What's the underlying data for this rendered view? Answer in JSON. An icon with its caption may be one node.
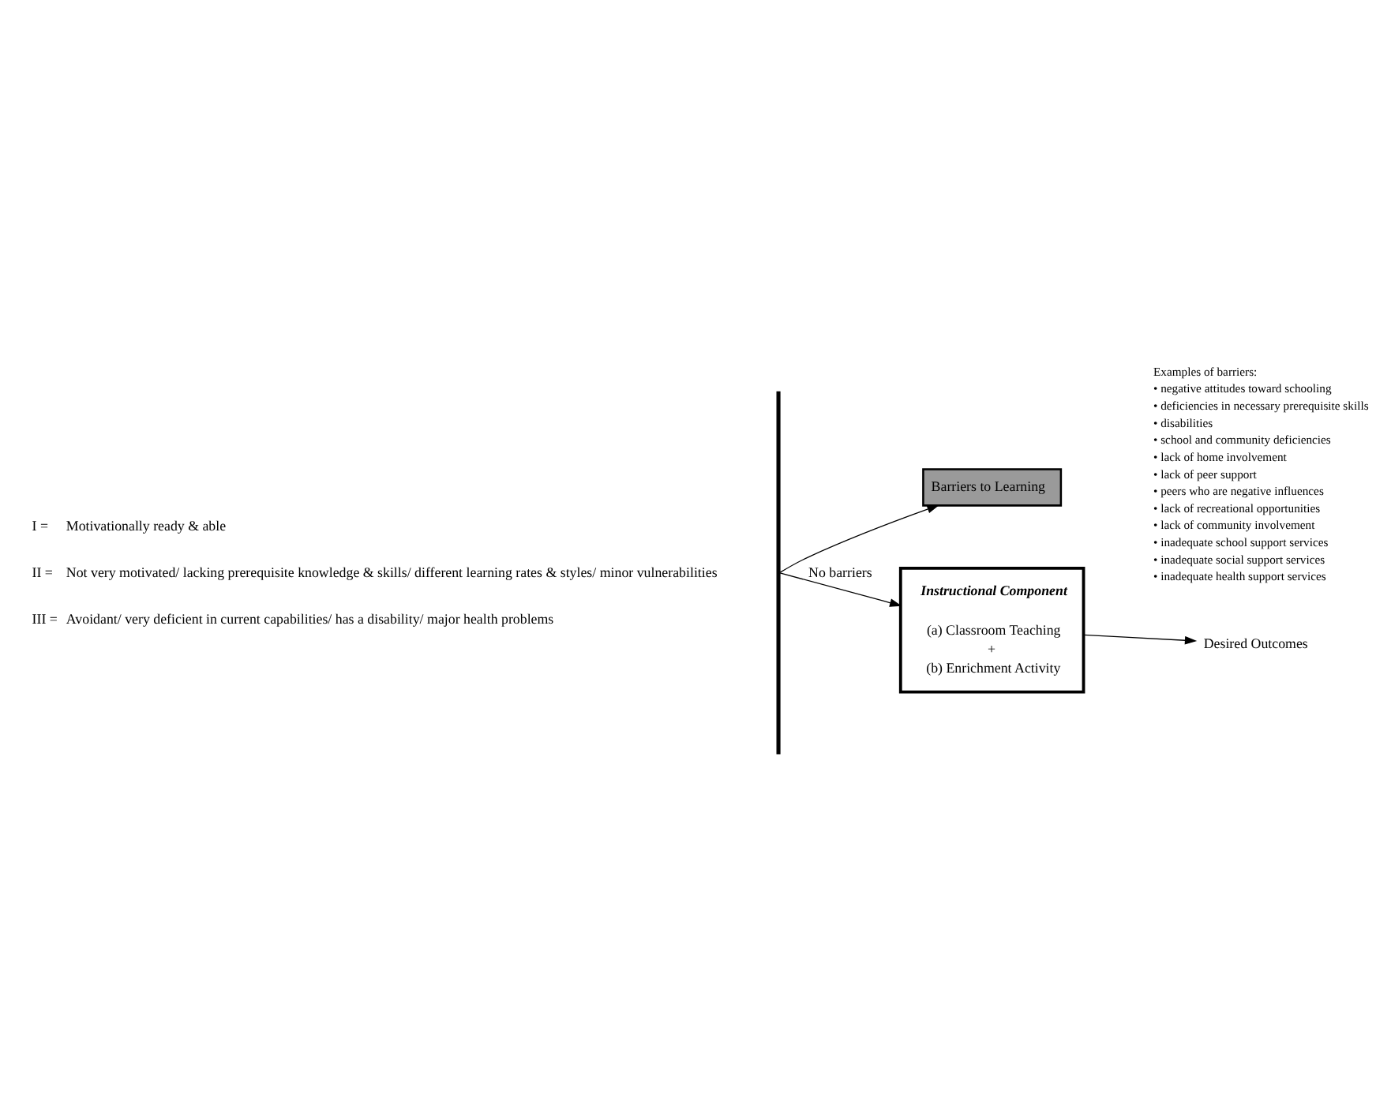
{
  "diagram": {
    "nodes": [
      {
        "text": [],
        "shape": "bracket"
      },
      {
        "text": [
          "Barriers to Learning"
        ]
      },
      {
        "text": [
          "Instructional Component",
          "(a) Classroom Teaching",
          "+",
          "(b) Enrichment Activity"
        ]
      },
      {
        "text": [
          "Desired Outcomes"
        ]
      }
    ],
    "edges": [
      {
        "from": 0,
        "to": 2,
        "arrow": "to",
        "label": "No barriers"
      },
      {
        "from": 0,
        "to": 1,
        "arrow": "to"
      },
      {
        "from": 2,
        "to": 3,
        "arrow": "to"
      }
    ],
    "labels": [
      "I =",
      "Motivationally ready & able",
      "Not very motivated/ lacking prerequisite knowledge & skills/ different learning rates & styles/ minor vulnerabilities",
      "II =",
      "III =",
      "Avoidant/ very deficient in current capabilities/ has a disability/ major health problems",
      "Examples of barriers:",
      "• negative attitudes toward schooling",
      "• deficiencies in necessary prerequisite skills",
      "• disabilities",
      "• school and community deficiencies",
      "• lack of home involvement",
      "• lack of peer support",
      "• peers who are negative influences",
      "• lack of recreational opportunities",
      "• lack of community involvement",
      "• inadequate school support services",
      "• inadequate social support services",
      "• inadequate health support services"
    ]
  }
}
